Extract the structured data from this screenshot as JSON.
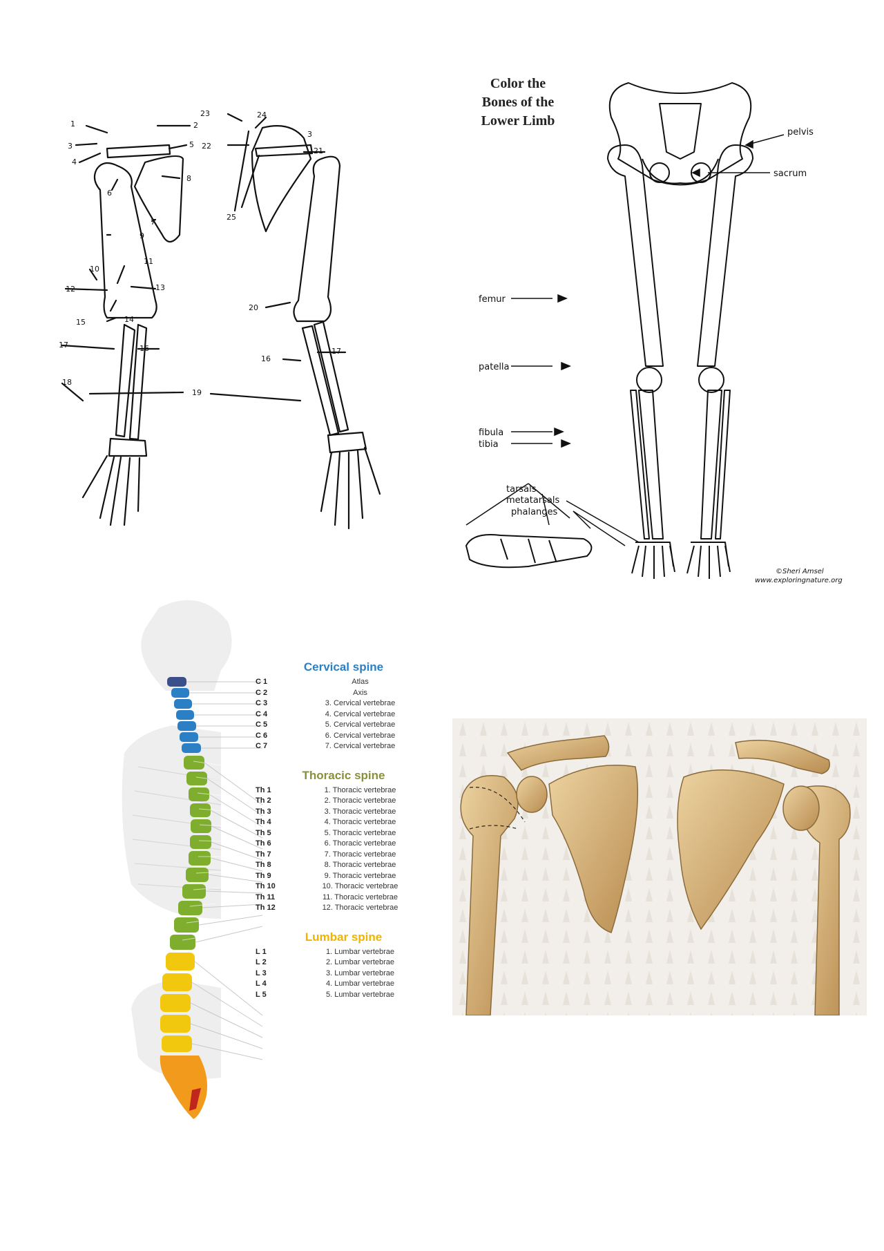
{
  "arm": {
    "numbers": [
      "1",
      "2",
      "3",
      "4",
      "5",
      "6",
      "7",
      "8",
      "9",
      "10",
      "11",
      "12",
      "13",
      "14",
      "15",
      "16",
      "17",
      "18",
      "19",
      "20",
      "21",
      "22",
      "23",
      "24",
      "25"
    ]
  },
  "leg": {
    "title_lines": [
      "Color the",
      "Bones of the",
      "Lower Limb"
    ],
    "labels": {
      "pelvis": "pelvis",
      "sacrum": "sacrum",
      "femur": "femur",
      "patella": "patella",
      "fibula": "fibula",
      "tibia": "tibia",
      "tarsals": "tarsals",
      "metatarsals": "metatarsals",
      "phalanges": "phalanges"
    },
    "credit": [
      "©Sheri Amsel",
      "www.exploringnature.org"
    ]
  },
  "spine": {
    "colors": {
      "cervical": "#2b7fc4",
      "thoracic": "#7fae2e",
      "lumbar": "#f2c80f",
      "sacrum": "#f29a1c",
      "coccyx": "#c0261b",
      "c1": "#3b4f8a"
    },
    "sections": [
      {
        "title": "Cervical spine",
        "color": "#2b7fc4",
        "items": [
          {
            "code": "C 1",
            "name": "Atlas"
          },
          {
            "code": "C 2",
            "name": "Axis"
          },
          {
            "code": "C 3",
            "name": "3. Cervical vertebrae"
          },
          {
            "code": "C 4",
            "name": "4. Cervical vertebrae"
          },
          {
            "code": "C 5",
            "name": "5. Cervical vertebrae"
          },
          {
            "code": "C 6",
            "name": "6. Cervical vertebrae"
          },
          {
            "code": "C 7",
            "name": "7. Cervical vertebrae"
          }
        ]
      },
      {
        "title": "Thoracic spine",
        "color": "#8a8f3a",
        "items": [
          {
            "code": "Th 1",
            "name": "1. Thoracic vertebrae"
          },
          {
            "code": "Th 2",
            "name": "2. Thoracic vertebrae"
          },
          {
            "code": "Th 3",
            "name": "3. Thoracic vertebrae"
          },
          {
            "code": "Th 4",
            "name": "4. Thoracic vertebrae"
          },
          {
            "code": "Th 5",
            "name": "5. Thoracic vertebrae"
          },
          {
            "code": "Th 6",
            "name": "6. Thoracic vertebrae"
          },
          {
            "code": "Th 7",
            "name": "7. Thoracic vertebrae"
          },
          {
            "code": "Th 8",
            "name": "8. Thoracic vertebrae"
          },
          {
            "code": "Th 9",
            "name": "9. Thoracic vertebrae"
          },
          {
            "code": "Th 10",
            "name": "10. Thoracic vertebrae"
          },
          {
            "code": "Th 11",
            "name": "11. Thoracic vertebrae"
          },
          {
            "code": "Th 12",
            "name": "12. Thoracic vertebrae"
          }
        ]
      },
      {
        "title": "Lumbar spine",
        "color": "#f0b400",
        "items": [
          {
            "code": "L 1",
            "name": "1. Lumbar vertebrae"
          },
          {
            "code": "L 2",
            "name": "2. Lumbar vertebrae"
          },
          {
            "code": "L 3",
            "name": "3. Lumbar vertebrae"
          },
          {
            "code": "L 4",
            "name": "4. Lumbar vertebrae"
          },
          {
            "code": "L 5",
            "name": "5. Lumbar vertebrae"
          }
        ]
      }
    ]
  },
  "scapula": {
    "colors": {
      "bone": "#d8b47a",
      "bone_dark": "#b48a4e",
      "background": "#f1eee8"
    }
  }
}
